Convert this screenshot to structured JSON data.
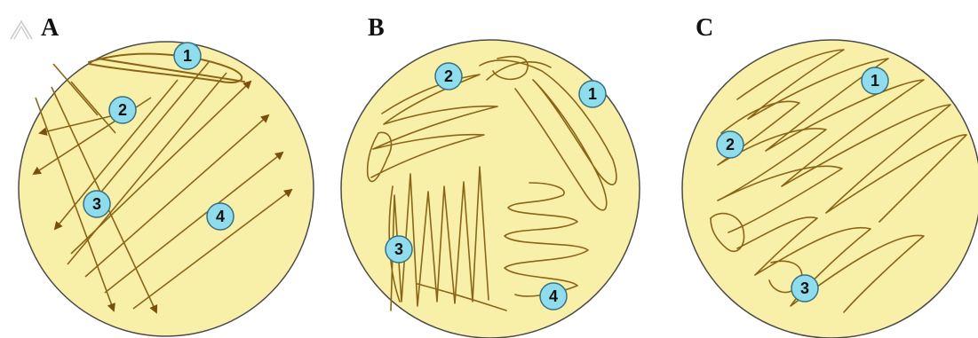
{
  "colors": {
    "agar": "#f8f0a8",
    "dish_rim": "#4a4a4a",
    "streak": "#8a6518",
    "arrow": "#7a4f0c",
    "badge_fill": "#8fdcec",
    "badge_stroke": "#3a6f80",
    "corner_logo": "#c8c8c8"
  },
  "panels": [
    {
      "letter": "A",
      "technique": "parallel diagonal streaks with arrowheads",
      "badges": [
        "1",
        "2",
        "3",
        "4"
      ]
    },
    {
      "letter": "B",
      "technique": "zig-zag streak patterns in four zones",
      "badges": [
        "2",
        "1",
        "3",
        "4"
      ]
    },
    {
      "letter": "C",
      "technique": "continuous wavy streak in three sections",
      "badges": [
        "1",
        "2",
        "3"
      ]
    }
  ]
}
